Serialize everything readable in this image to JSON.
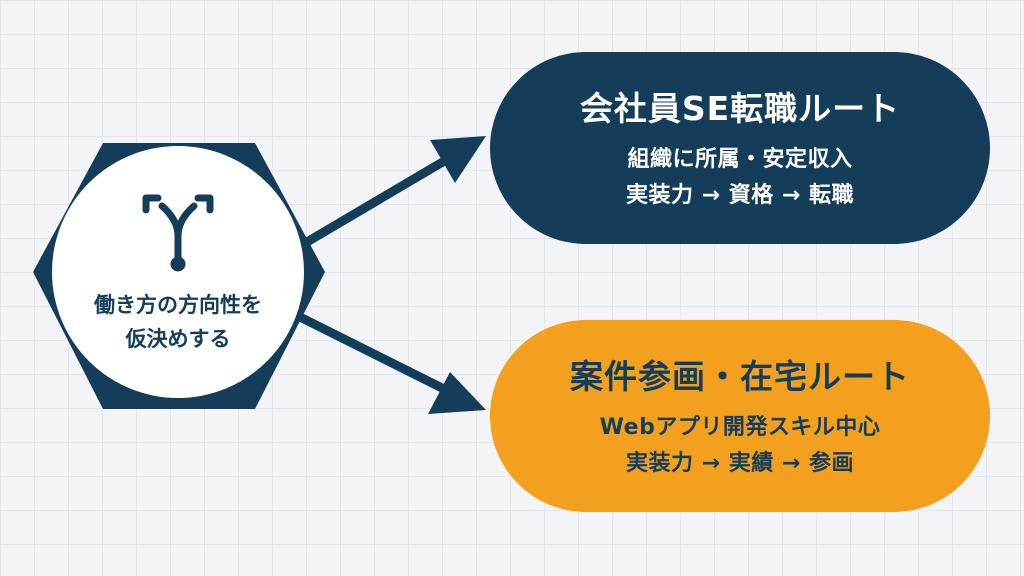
{
  "colors": {
    "navy": "#143d59",
    "orange": "#f3a01f",
    "white": "#ffffff",
    "background": "#f3f4f7",
    "grid": "#e3e6ec"
  },
  "center": {
    "icon": "split-arrows-icon",
    "line1": "働き方の方向性を",
    "line2": "仮決めする"
  },
  "routes": [
    {
      "title": "会社員SE転職ルート",
      "line1": "組織に所属・安定収入",
      "line2": "実装力 → 資格 → 転職",
      "color": "#143d59"
    },
    {
      "title": "案件参画・在宅ルート",
      "line1": "Webアプリ開発スキル中心",
      "line2": "実装力 → 実績 → 参画",
      "color": "#f3a01f"
    }
  ]
}
